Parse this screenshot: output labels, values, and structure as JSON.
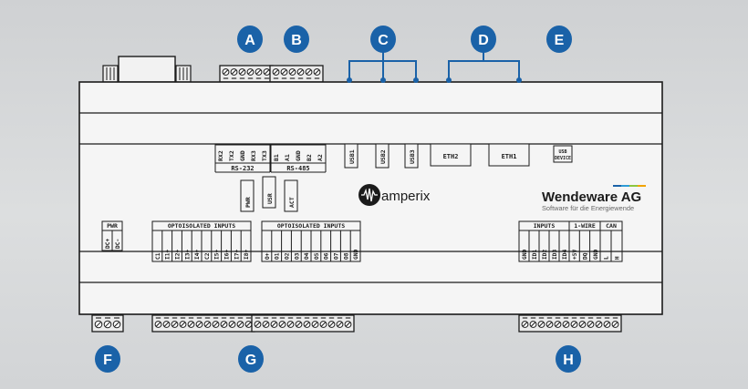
{
  "callouts": {
    "a": "A",
    "b": "B",
    "c": "C",
    "d": "D",
    "e": "E",
    "f": "F",
    "g": "G",
    "h": "H"
  },
  "colors": {
    "callout_fill": "#1a62a8",
    "callout_text": "#ffffff",
    "device_body": "#f4f4f4",
    "outline": "#1b1b1b",
    "terminal": "#e9e9e9",
    "brand_blue": "#1a62a8",
    "brand_orange": "#f0a300"
  },
  "serial": {
    "rs232_pins": [
      "RX2",
      "TX2",
      "GND",
      "RX3",
      "TX3"
    ],
    "rs485_pins": [
      "B1",
      "A1",
      "GND",
      "B2",
      "A2"
    ],
    "rs232_label": "RS-232",
    "rs485_label": "RS-485"
  },
  "usb_labels": [
    "USB1",
    "USB2",
    "USB3"
  ],
  "eth_labels": [
    "ETH2",
    "ETH1"
  ],
  "usb_device_label": [
    "USB",
    "DEVICE"
  ],
  "leds": [
    "PWR",
    "USR",
    "ACT"
  ],
  "brand": {
    "amperix": "amperix",
    "company": "Wendeware AG",
    "slogan": "Software für die Energiewende"
  },
  "pwr": {
    "header": "PWR",
    "pins": [
      "DC+",
      "DC-"
    ]
  },
  "opto1": {
    "header": "OPTOISOLATED INPUTS",
    "pins": [
      "C1",
      "I1+",
      "I2+",
      "I3+",
      "I4+",
      "C2",
      "I5+",
      "I6+",
      "I7+",
      "I8+"
    ]
  },
  "opto2": {
    "header": "OPTOISOLATED INPUTS",
    "pins": [
      "O+",
      "O1",
      "O2",
      "O3",
      "O4",
      "O5",
      "O6",
      "O7",
      "O8",
      "GND"
    ]
  },
  "inputs": {
    "header": "INPUTS",
    "pins": [
      "GND",
      "ID1",
      "ID2",
      "ID3",
      "ID4"
    ]
  },
  "onewire": {
    "header": "1-WIRE",
    "pins": [
      "+5V",
      "DQ",
      "GND"
    ]
  },
  "can": {
    "header": "CAN",
    "pins": [
      "L",
      "H"
    ]
  }
}
